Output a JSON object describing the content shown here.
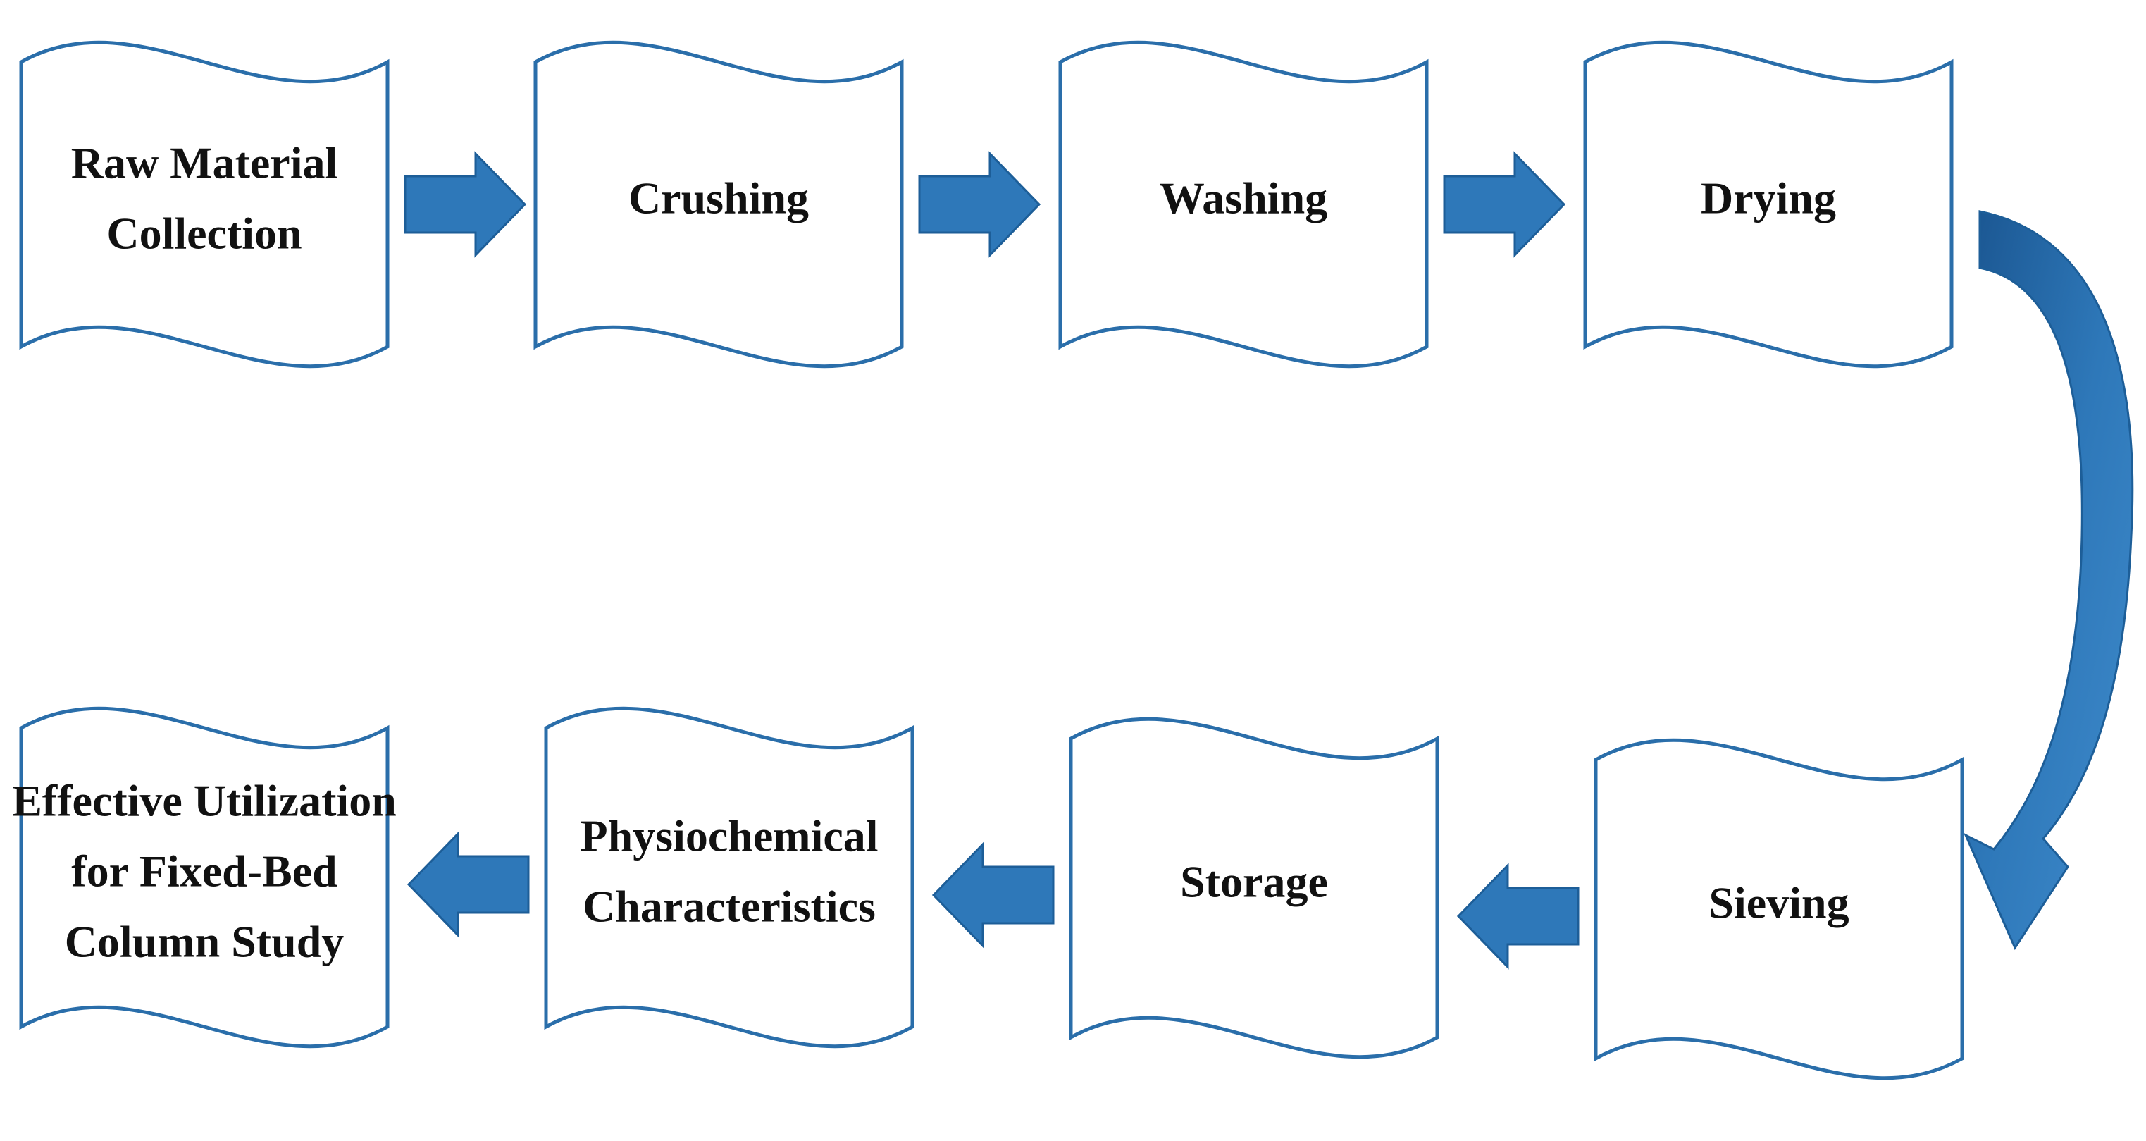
{
  "colors": {
    "arrow": "#2e78b9",
    "arrow_dark": "#1d5e98",
    "box_stroke": "#2a6eaa",
    "box_fill": "#ffffff",
    "text": "#111111"
  },
  "steps": [
    {
      "id": "raw-material-collection",
      "lines": [
        "Raw Material",
        "Collection"
      ]
    },
    {
      "id": "crushing",
      "lines": [
        "Crushing"
      ]
    },
    {
      "id": "washing",
      "lines": [
        "Washing"
      ]
    },
    {
      "id": "drying",
      "lines": [
        "Drying"
      ]
    },
    {
      "id": "sieving",
      "lines": [
        "Sieving"
      ]
    },
    {
      "id": "storage",
      "lines": [
        "Storage"
      ]
    },
    {
      "id": "physiochemical-characteristics",
      "lines": [
        "Physiochemical",
        "Characteristics"
      ]
    },
    {
      "id": "effective-utilization",
      "lines": [
        "Effective Utilization",
        "for Fixed-Bed",
        "Column Study"
      ]
    }
  ],
  "flow": [
    {
      "from": "raw-material-collection",
      "to": "crushing"
    },
    {
      "from": "crushing",
      "to": "washing"
    },
    {
      "from": "washing",
      "to": "drying"
    },
    {
      "from": "drying",
      "to": "sieving"
    },
    {
      "from": "sieving",
      "to": "storage"
    },
    {
      "from": "storage",
      "to": "physiochemical-characteristics"
    },
    {
      "from": "physiochemical-characteristics",
      "to": "effective-utilization"
    }
  ]
}
